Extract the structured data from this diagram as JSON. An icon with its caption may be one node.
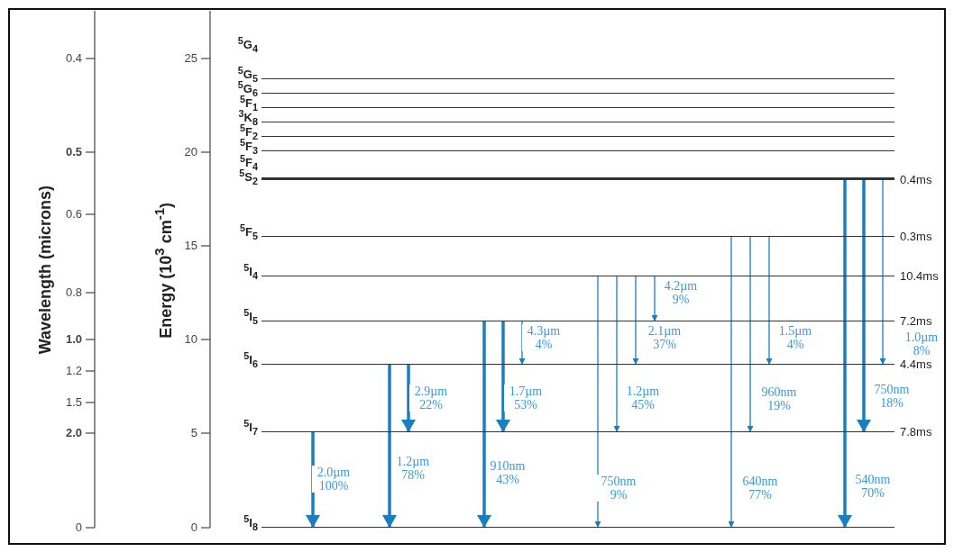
{
  "diagram": {
    "nodes": [
      {
        "text": [
          "$^{5}$G$_{5}$"
        ]
      },
      {
        "text": [
          "$^{5}$G$_{6}$"
        ]
      },
      {
        "text": [
          "$^{5}$F$_{1}$"
        ]
      },
      {
        "text": [
          "$^{3}$K$_{8}$"
        ]
      },
      {
        "text": [
          "$^{5}$F$_{2}$"
        ]
      },
      {
        "text": [
          "$^{5}$F$_{3}$"
        ]
      },
      {
        "text": [
          "$^{5}$F$_{4}$",
          "$^{5}$S$_{2}$"
        ],
        "beside": [
          "0.4ms"
        ]
      },
      {
        "text": [
          "$^{5}$F$_{5}$"
        ],
        "beside": [
          "0.3ms"
        ]
      },
      {
        "text": [
          "$^{5}$I$_{4}$"
        ],
        "beside": [
          "10.4ms"
        ]
      },
      {
        "text": [
          "$^{5}$I$_{5}$"
        ],
        "beside": [
          "7.2ms"
        ]
      },
      {
        "text": [
          "$^{5}$I$_{6}$"
        ],
        "beside": [
          "4.4ms"
        ]
      },
      {
        "text": [
          "$^{5}$I$_{7}$"
        ],
        "beside": [
          "7.8ms"
        ]
      },
      {
        "text": [
          "$^{5}$I$_{8}$"
        ]
      }
    ],
    "edges": [
      {
        "from": 11,
        "to": 12,
        "arrow": "to",
        "label": "2.0µm 100%",
        "style": "thick"
      },
      {
        "from": 10,
        "to": 12,
        "arrow": "to",
        "label": "1.2µm 78%",
        "style": "thick"
      },
      {
        "from": 10,
        "to": 11,
        "arrow": "to",
        "label": "2.9µm 22%",
        "style": "thick"
      },
      {
        "from": 9,
        "to": 12,
        "arrow": "to",
        "label": "910nm 43%",
        "style": "thick"
      },
      {
        "from": 9,
        "to": 11,
        "arrow": "to",
        "label": "1.7µm 53%",
        "style": "thick"
      },
      {
        "from": 9,
        "to": 10,
        "arrow": "to",
        "label": "4.3µm 4%"
      },
      {
        "from": 8,
        "to": 12,
        "arrow": "to",
        "label": "750nm 9%"
      },
      {
        "from": 8,
        "to": 11,
        "arrow": "to",
        "label": "1.2µm 45%"
      },
      {
        "from": 8,
        "to": 10,
        "arrow": "to",
        "label": "2.1µm 37%"
      },
      {
        "from": 8,
        "to": 9,
        "arrow": "to",
        "label": "4.2µm 9%"
      },
      {
        "from": 7,
        "to": 12,
        "arrow": "to",
        "label": "640nm 77%"
      },
      {
        "from": 7,
        "to": 11,
        "arrow": "to",
        "label": "960nm 19%"
      },
      {
        "from": 7,
        "to": 10,
        "arrow": "to",
        "label": "1.5µm 4%"
      },
      {
        "from": 6,
        "to": 12,
        "arrow": "to",
        "label": "540nm 70%",
        "style": "thick"
      },
      {
        "from": 6,
        "to": 11,
        "arrow": "to",
        "label": "750nm 18%",
        "style": "thick"
      },
      {
        "from": 6,
        "to": 10,
        "arrow": "to",
        "label": "1.0µm 8%"
      }
    ],
    "labels": [
      "Wavelength (microns)",
      "0.4",
      "0.5",
      "0.6",
      "0.8",
      "1.0",
      "1.2",
      "1.5",
      "2.0",
      "0",
      "Energy (10$^{3}$ cm$^{-1}$)",
      "25",
      "20",
      "15",
      "10",
      "5",
      "0",
      "$^{5}$G$_{4}$"
    ]
  }
}
